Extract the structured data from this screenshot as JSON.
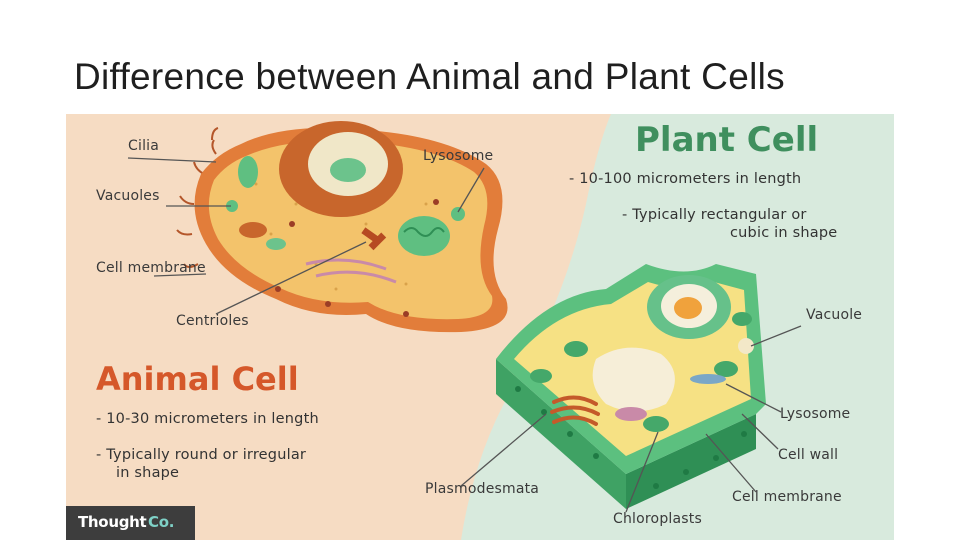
{
  "slide": {
    "title": "Difference between Animal and Plant Cells"
  },
  "colors": {
    "animal_bg": "#f6dcc3",
    "plant_bg": "#d8eadd",
    "animal_heading": "#d5582a",
    "plant_heading": "#3f8f5e",
    "brand_bg": "#3d3d3d"
  },
  "animal": {
    "heading": "Animal Cell",
    "bullets": [
      "- 10-30 micrometers in length",
      "- Typically round or irregular",
      "in shape"
    ],
    "labels": {
      "cilia": "Cilia",
      "vacuoles": "Vacuoles",
      "cell_membrane": "Cell membrane",
      "centrioles": "Centrioles",
      "lysosome": "Lysosome"
    }
  },
  "plant": {
    "heading": "Plant Cell",
    "bullets": [
      "- 10-100 micrometers in length",
      "- Typically rectangular or",
      "cubic in shape"
    ],
    "labels": {
      "vacuole": "Vacuole",
      "lysosome": "Lysosome",
      "cell_wall": "Cell wall",
      "cell_membrane": "Cell membrane",
      "chloroplasts": "Chloroplasts",
      "plasmodesmata": "Plasmodesmata"
    }
  },
  "brand": {
    "part1": "Thought",
    "part2": "Co."
  }
}
